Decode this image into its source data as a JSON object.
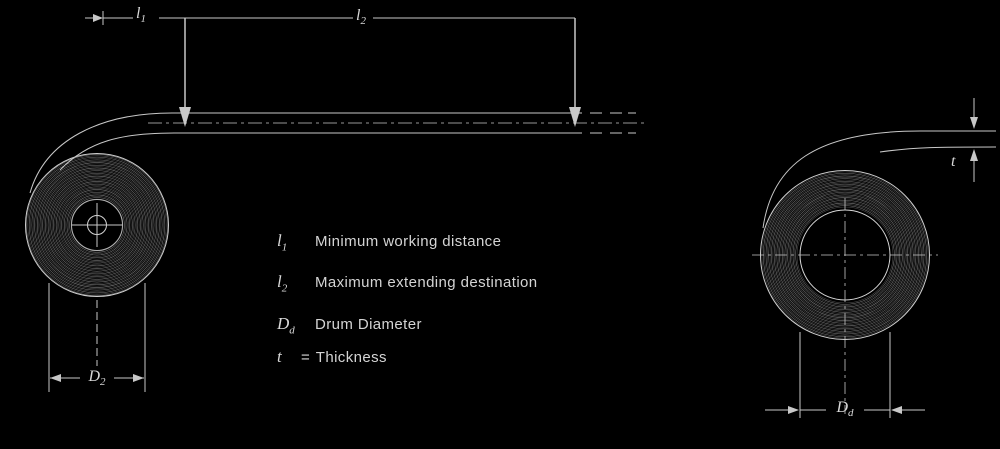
{
  "colors": {
    "background": "#000000",
    "line": "#c8c8c8",
    "ring": "#9a9a9a",
    "text": "#d8d8d8"
  },
  "legend": {
    "items": [
      {
        "symbol": "l",
        "subscript": "1",
        "separator": "",
        "label": "Minimum working distance"
      },
      {
        "symbol": "l",
        "subscript": "2",
        "separator": "",
        "label": "Maximum extending destination"
      },
      {
        "symbol": "D",
        "subscript": "d",
        "separator": "",
        "label": "Drum Diameter"
      },
      {
        "symbol": "t",
        "subscript": "",
        "separator": "=",
        "label": "Thickness"
      }
    ]
  },
  "dimensions": {
    "l1": {
      "symbol": "l",
      "subscript": "1"
    },
    "l2": {
      "symbol": "l",
      "subscript": "2"
    },
    "d2": {
      "symbol": "D",
      "subscript": "2"
    },
    "dd": {
      "symbol": "D",
      "subscript": "d"
    },
    "t": {
      "symbol": "t",
      "subscript": ""
    }
  }
}
